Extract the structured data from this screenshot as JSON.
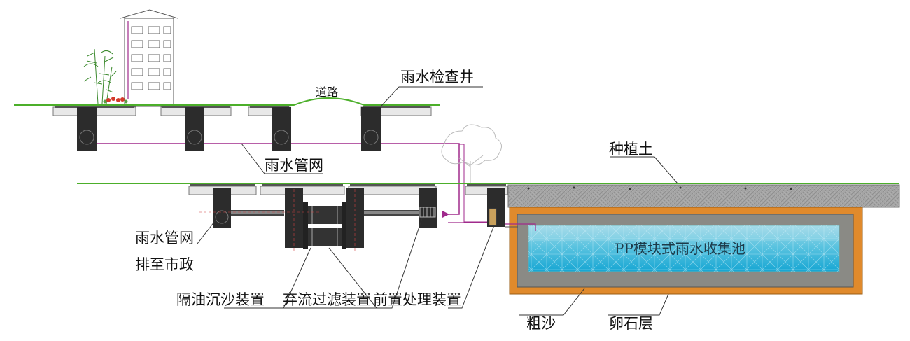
{
  "labels": {
    "inspection_well": "雨水检查井",
    "road": "道路",
    "pipe_network": "雨水管网",
    "planting_soil": "种植土",
    "pipe_network_2": "雨水管网",
    "discharge": "排至市政",
    "oil_sand": "隔油沉沙装置",
    "diversion_filter": "弃流过滤装置",
    "pretreatment": "前置处理装置",
    "pp_tank": "PP模块式雨水收集池",
    "coarse_sand": "粗沙",
    "pebble_layer": "卵石层"
  },
  "colors": {
    "ground_line": "#4caf2a",
    "pipe": "#a02a8c",
    "well": "#2c2c2c",
    "pebble": "#e08a2c",
    "sand": "#8a8a85",
    "water": "#22b3d9",
    "soil": "#9c9c9c"
  }
}
